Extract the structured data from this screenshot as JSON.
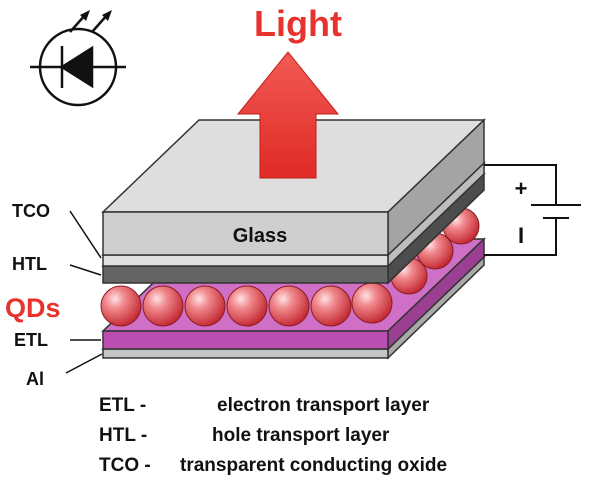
{
  "title": "Light",
  "layers": {
    "glass": "Glass"
  },
  "side_labels": {
    "tco": "TCO",
    "htl": "HTL",
    "qds": "QDs",
    "etl": "ETL",
    "al": "Al"
  },
  "battery": {
    "plus": "+",
    "minus": "I"
  },
  "legend": [
    {
      "abbr": "ETL -",
      "text": "electron transport layer"
    },
    {
      "abbr": "HTL -",
      "text": "hole transport layer"
    },
    {
      "abbr": "TCO -",
      "text": "transparent conducting oxide"
    }
  ],
  "colors": {
    "arrow": "#e8322d",
    "qds_label": "#e8322d",
    "dot": "#e6555a",
    "etl_layer": "#bb4fb1",
    "htl_layer": "#646464",
    "glass_layer": "#d4d4d4"
  },
  "icons": {
    "diode": "led-symbol-icon",
    "battery": "battery-icon"
  }
}
